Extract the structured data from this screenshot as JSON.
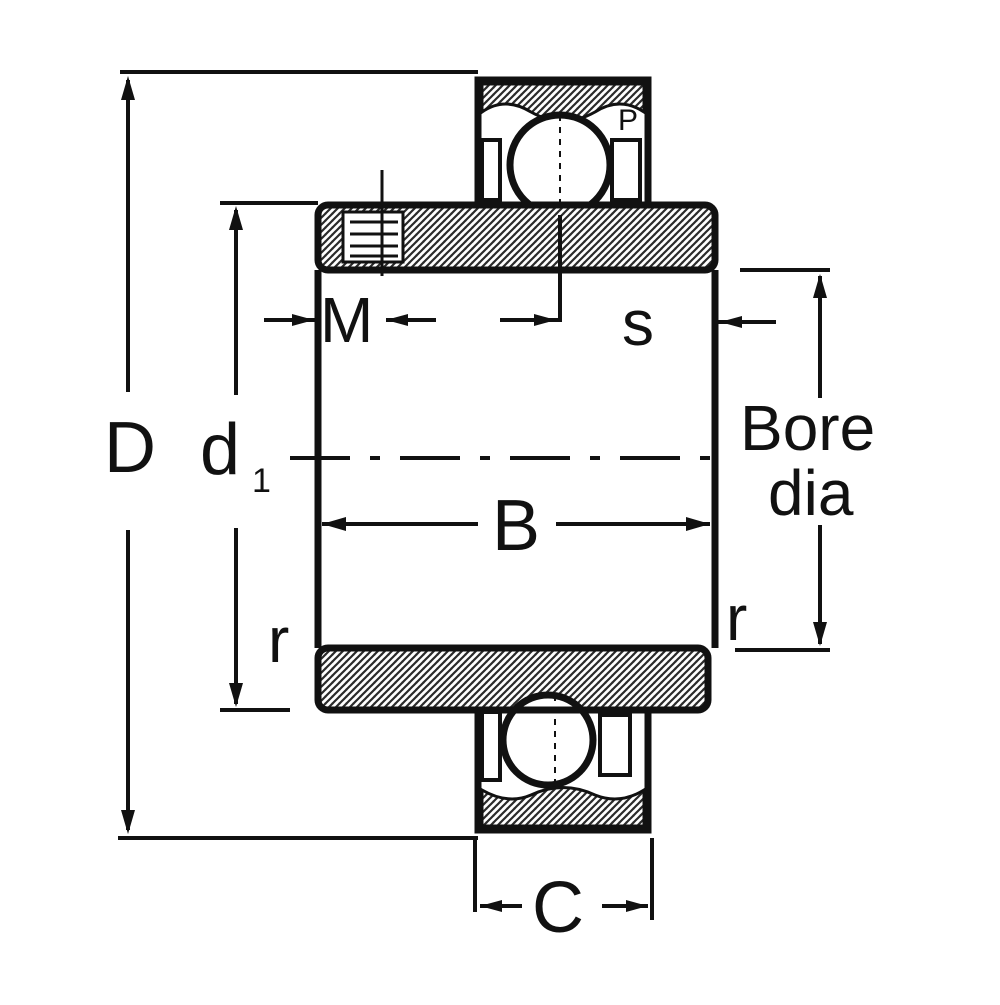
{
  "diagram": {
    "labels": {
      "D": "D",
      "d1_main": "d",
      "d1_sub": "1",
      "M": "M",
      "s": "s",
      "bore_line1": "Bore",
      "bore_line2": "dia",
      "B": "B",
      "r_left": "r",
      "r_right": "r",
      "C": "C"
    },
    "colors": {
      "ink": "#111111",
      "hatch": "#2a2a2a",
      "background": "#ffffff"
    }
  }
}
